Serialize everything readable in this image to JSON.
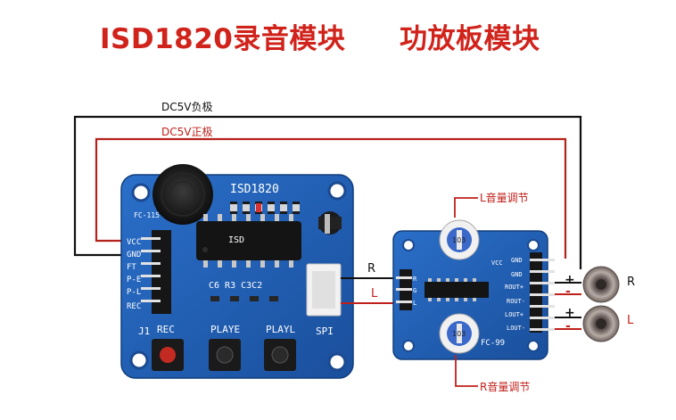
{
  "titles": {
    "left": "ISD1820录音模块",
    "right": "功放板模块"
  },
  "wires": {
    "negative": "DC5V负极",
    "positive": "DC5V正极",
    "right_channel": "R",
    "left_channel": "L"
  },
  "volume": {
    "left_adjust": "L音量调节",
    "right_adjust": "R音量调节"
  },
  "speakers": {
    "right": "R",
    "left": "L"
  },
  "polarity": [
    "+",
    "-",
    "+",
    "-"
  ],
  "isd_board": {
    "chip_label": "ISD1820",
    "model": "FC-115",
    "pins": [
      "VCC",
      "GND",
      "FT",
      "P-E",
      "P-L",
      "REC"
    ],
    "connector": "J1",
    "spi": "SPI",
    "parts": "C6 R3 C3C2",
    "buttons": [
      "REC",
      "PLAYE",
      "PLAYL"
    ],
    "chip_mark": "ISD"
  },
  "amp_board": {
    "model": "FC-99",
    "pins": [
      "GND",
      "VCC",
      "GND",
      "ROUT+",
      "ROUT-",
      "LOUT+",
      "LOUT-"
    ],
    "in_pins": [
      "R",
      "G",
      "L"
    ],
    "pot_marks": [
      "103",
      "103"
    ]
  },
  "colors": {
    "title_red": "#d0231b",
    "pcb_blue": "#1f5eb5",
    "wire_black": "#111111",
    "wire_red": "#b5221c"
  }
}
